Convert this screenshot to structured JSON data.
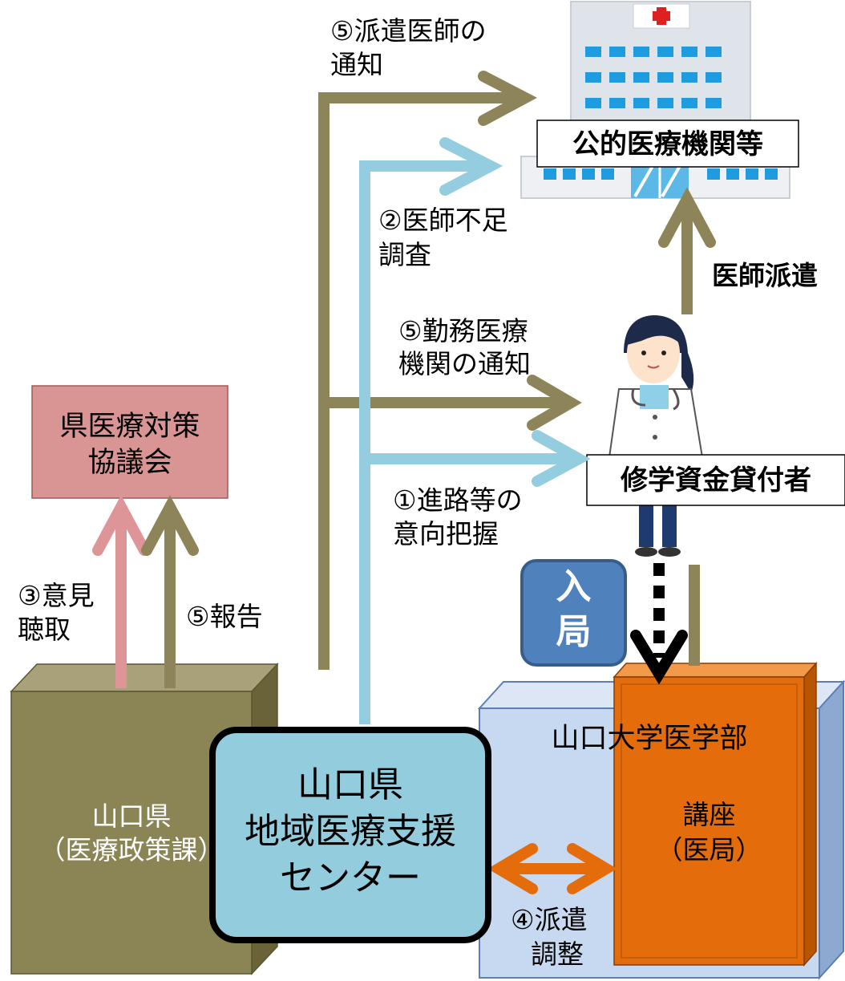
{
  "colors": {
    "olive": "#8e845a",
    "light_blue": "#95cde0",
    "pink": "#de9597",
    "orange": "#e46c0a",
    "black": "#000000",
    "council_box": "#d99594",
    "yamaguchi_box": "#8b8455",
    "center_box": "#93cddd",
    "univ_box": "#c6d9f1",
    "koza_box": "#e46c0a",
    "nyukyoku_box": "#4f81bd"
  },
  "icons": [
    "hospital-icon",
    "doctor-icon",
    "red-cross-icon"
  ],
  "hospital": {
    "label": "公的医療機関等"
  },
  "doctor": {
    "label": "修学資金貸付者"
  },
  "council": {
    "line1": "県医療対策",
    "line2": "協議会"
  },
  "prefecture": {
    "line1": "山口県",
    "line2": "（医療政策課）"
  },
  "center": {
    "line1": "山口県",
    "line2": "地域医療支援",
    "line3": "センター"
  },
  "university": {
    "label": "山口大学医学部"
  },
  "koza": {
    "line1": "講座",
    "line2": "（医局）"
  },
  "nyukyoku": {
    "line1": "入",
    "line2": "局"
  },
  "flows": {
    "notify_doctor": {
      "line1": "⑤派遣医師の",
      "line2": "通知"
    },
    "shortage_survey": {
      "line1": "②医師不足",
      "line2": "調査"
    },
    "dispatch": "医師派遣",
    "notify_workplace": {
      "line1": "⑤勤務医療",
      "line2": "機関の通知"
    },
    "career_intent": {
      "line1": "①進路等の",
      "line2": "意向把握"
    },
    "opinion": {
      "line1": "③意見",
      "line2": "聴取"
    },
    "report": "⑤報告",
    "coordination": {
      "line1": "④派遣",
      "line2": "調整"
    }
  }
}
